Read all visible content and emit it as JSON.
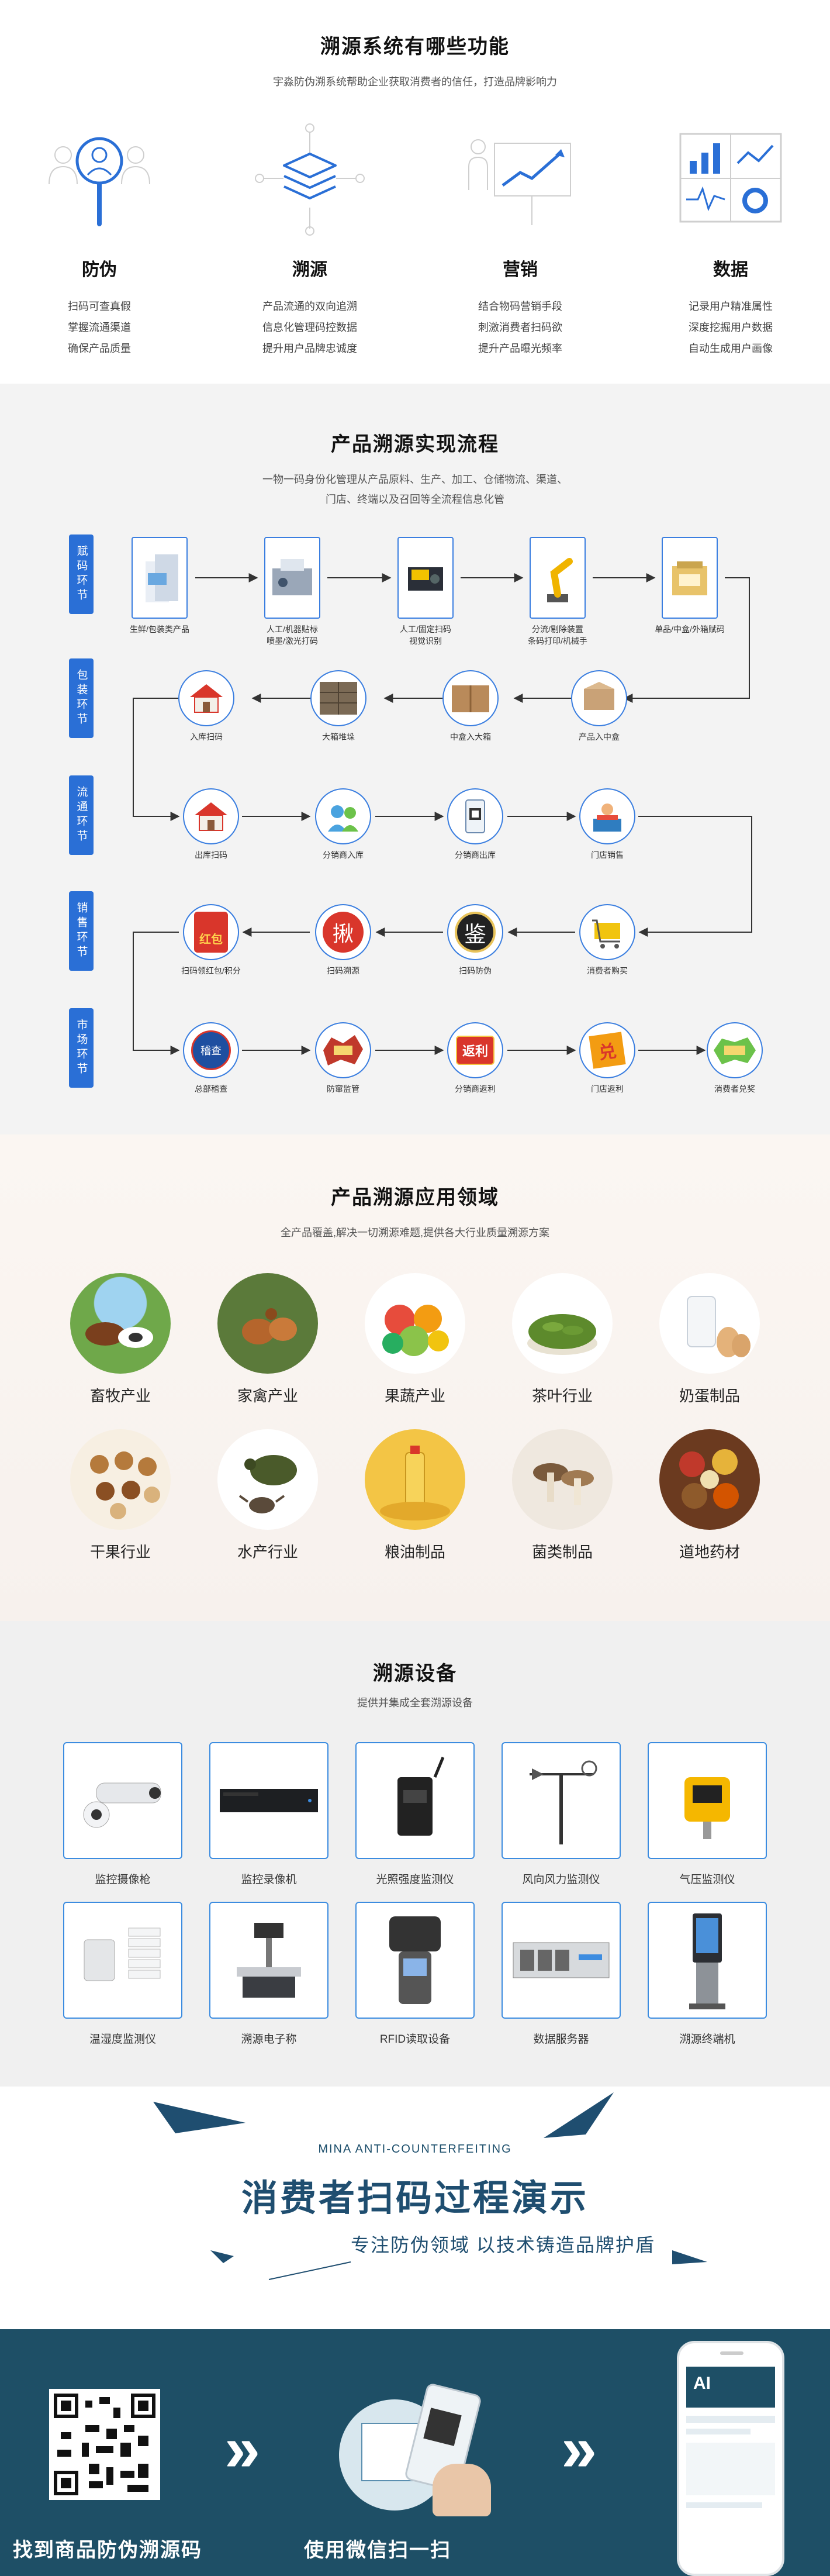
{
  "functions": {
    "title": "溯源系统有哪些功能",
    "subtitle": "宇淼防伪溯系统帮助企业获取消费者的信任，打造品牌影响力",
    "items": [
      {
        "title": "防伪",
        "lines": [
          "扫码可查真假",
          "掌握流通渠道",
          "确保产品质量"
        ],
        "icon": "magnifier-person-icon"
      },
      {
        "title": "溯源",
        "lines": [
          "产品流通的双向追溯",
          "信息化管理码控数据",
          "提升用户品牌忠诚度"
        ],
        "icon": "stack-layers-icon"
      },
      {
        "title": "营销",
        "lines": [
          "结合物码营销手段",
          "刺激消费者扫码欲",
          "提升产品曝光频率"
        ],
        "icon": "presentation-chart-icon"
      },
      {
        "title": "数据",
        "lines": [
          "记录用户精准属性",
          "深度挖掘用户数据",
          "自动生成用户画像"
        ],
        "icon": "data-dashboard-icon"
      }
    ]
  },
  "process": {
    "title": "产品溯源实现流程",
    "subtitle_lines": [
      "一物一码身份化管理从产品原料、生产、加工、仓储物流、渠道、",
      "门店、终端以及召回等全流程信息化管"
    ],
    "stages": [
      "赋码环节",
      "包装环节",
      "流通环节",
      "销售环节",
      "市场环节"
    ],
    "row1": [
      "生鲜/包装类产品",
      "人工/机器贴标\n喷墨/激光打码",
      "人工/固定扫码\n视觉识别",
      "分流/剔除装置\n条码打印/机械手",
      "单品/中盒/外箱赋码"
    ],
    "row2": [
      "产品入中盒",
      "中盒入大箱",
      "大箱堆垛",
      "入库扫码"
    ],
    "row3": [
      "出库扫码",
      "分销商入库",
      "分销商出库",
      "门店销售"
    ],
    "row4": [
      "消费者购买",
      "扫码防伪",
      "扫码溯源",
      "扫码领红包/积分"
    ],
    "row5": [
      "总部稽查",
      "防窜监管",
      "分销商返利",
      "门店返利",
      "消费者兑奖"
    ],
    "icon_texts": {
      "red_envelope": "红包",
      "anti_fake": "鉴",
      "rebate": "返利",
      "jiu": "揪",
      "duijiang": "兑",
      "inspection": "稽查"
    }
  },
  "apps": {
    "title": "产品溯源应用领域",
    "subtitle": "全产品覆盖,解决一切溯源难题,提供各大行业质量溯源方案",
    "items": [
      "畜牧产业",
      "家禽产业",
      "果蔬产业",
      "茶叶行业",
      "奶蛋制品",
      "干果行业",
      "水产行业",
      "粮油制品",
      "菌类制品",
      "道地药材"
    ]
  },
  "devices": {
    "title": "溯源设备",
    "subtitle": "提供并集成全套溯源设备",
    "items": [
      "监控摄像枪",
      "监控录像机",
      "光照强度监测仪",
      "风向风力监测仪",
      "气压监测仪",
      "温湿度监测仪",
      "溯源电子称",
      "RFID读取设备",
      "数据服务器",
      "溯源终端机"
    ]
  },
  "banner": {
    "en": "MINA ANTI-COUNTERFEITING",
    "title": "消费者扫码过程演示",
    "subtitle": "专注防伪领域  以技术铸造品牌护盾"
  },
  "steps": {
    "items": [
      "找到商品防伪溯源码",
      "使用微信扫一扫"
    ],
    "phone_badge": "AI"
  },
  "colors": {
    "accent": "#2a6fd6",
    "banner_dark": "#1e4f66"
  }
}
